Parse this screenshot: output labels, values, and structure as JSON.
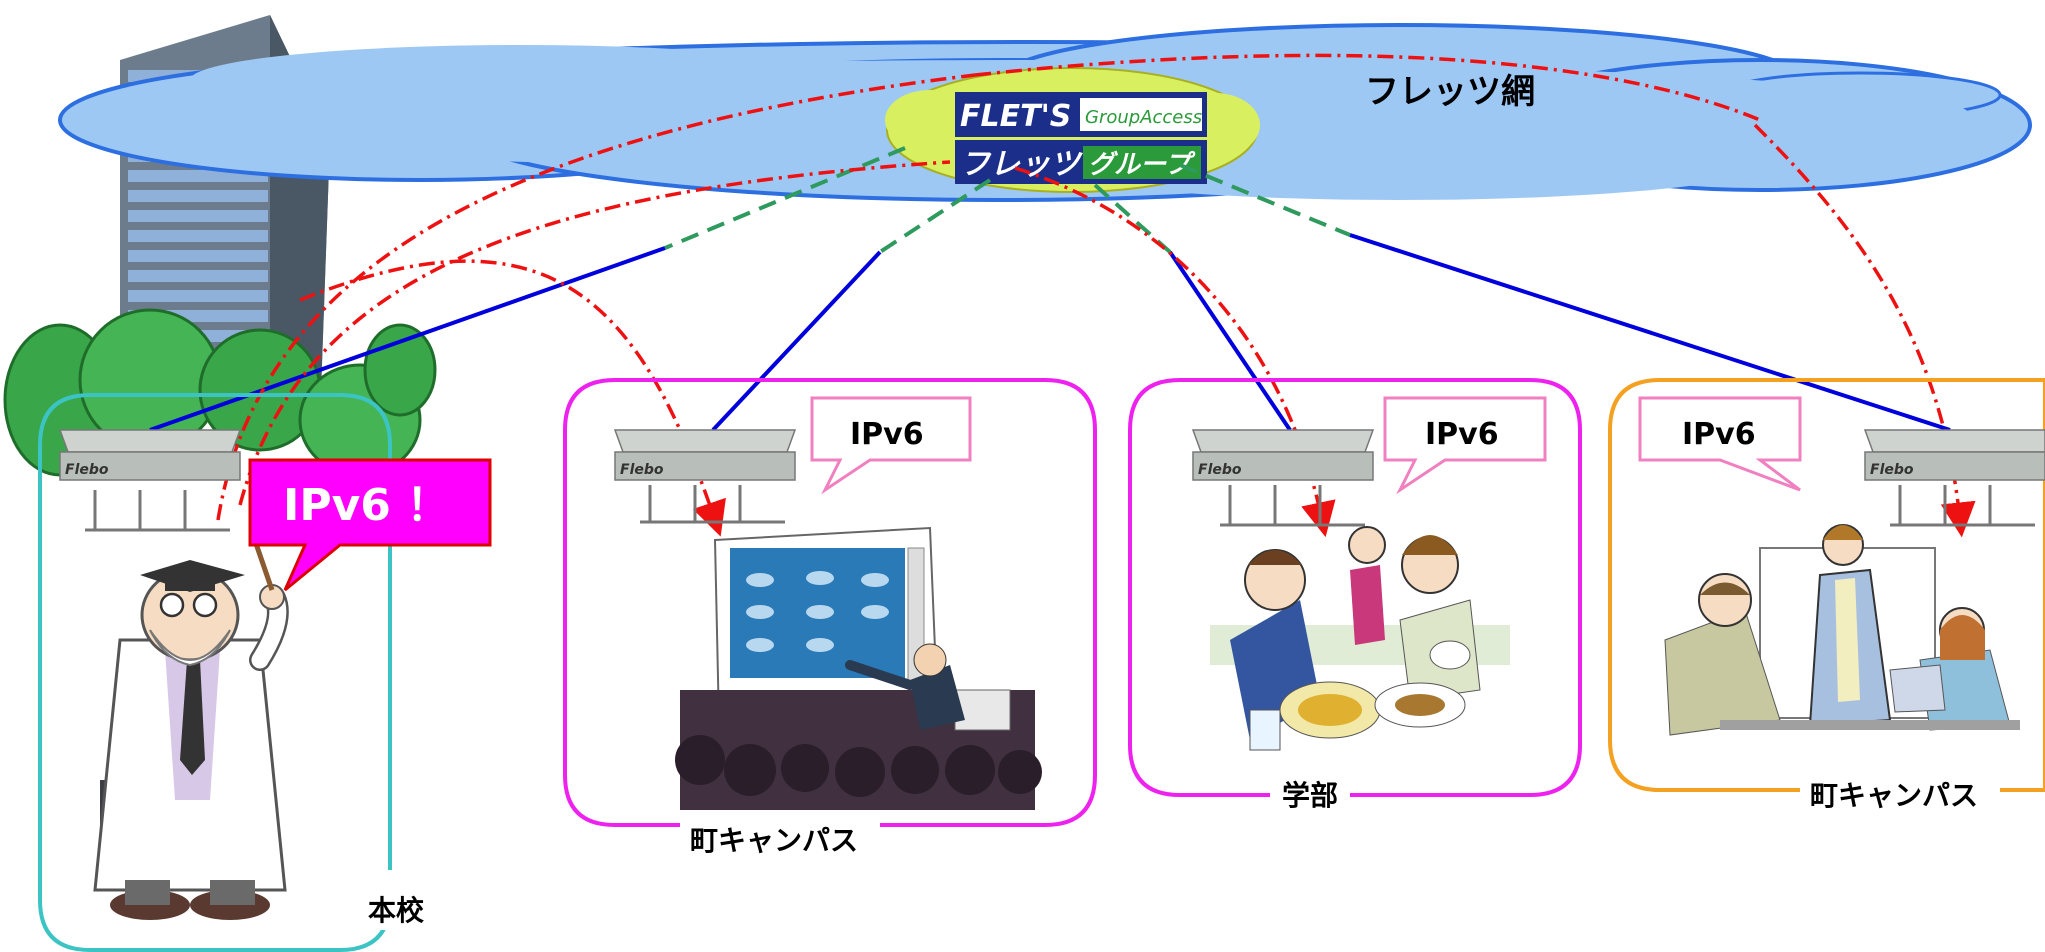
{
  "cloud": {
    "label": "フレッツ網"
  },
  "service_logo": {
    "line1_main": "FLET'S",
    "line1_sub": "GroupAccess",
    "line2_main": "フレッツ",
    "line2_sub": "グループ"
  },
  "main_site": {
    "label": "本校",
    "callout": "IPv6 ！",
    "router_brand": "Flebo"
  },
  "sites": [
    {
      "label": "町キャンパス",
      "callout": "IPv6",
      "router_brand": "Flebo"
    },
    {
      "label": "学部",
      "callout": "IPv6",
      "router_brand": "Flebo"
    },
    {
      "label": "町キャンパス",
      "callout": "IPv6",
      "router_brand": "Flebo"
    }
  ],
  "colors": {
    "cloud_fill": "#9ec8f4",
    "cloud_stroke": "#2d6fe0",
    "main_box": "#3cc4c4",
    "site_box": "#ee22ee",
    "site3_box": "#f4a020",
    "access_line": "#0000dd",
    "virtual_line": "#2e9a5e",
    "ipv6_path": "#ee1111",
    "callout_main_fill": "#ff00ff",
    "callout_main_stroke": "#dd0000",
    "callout_site_stroke": "#f080c0",
    "logo_fill": "#d8f060"
  }
}
